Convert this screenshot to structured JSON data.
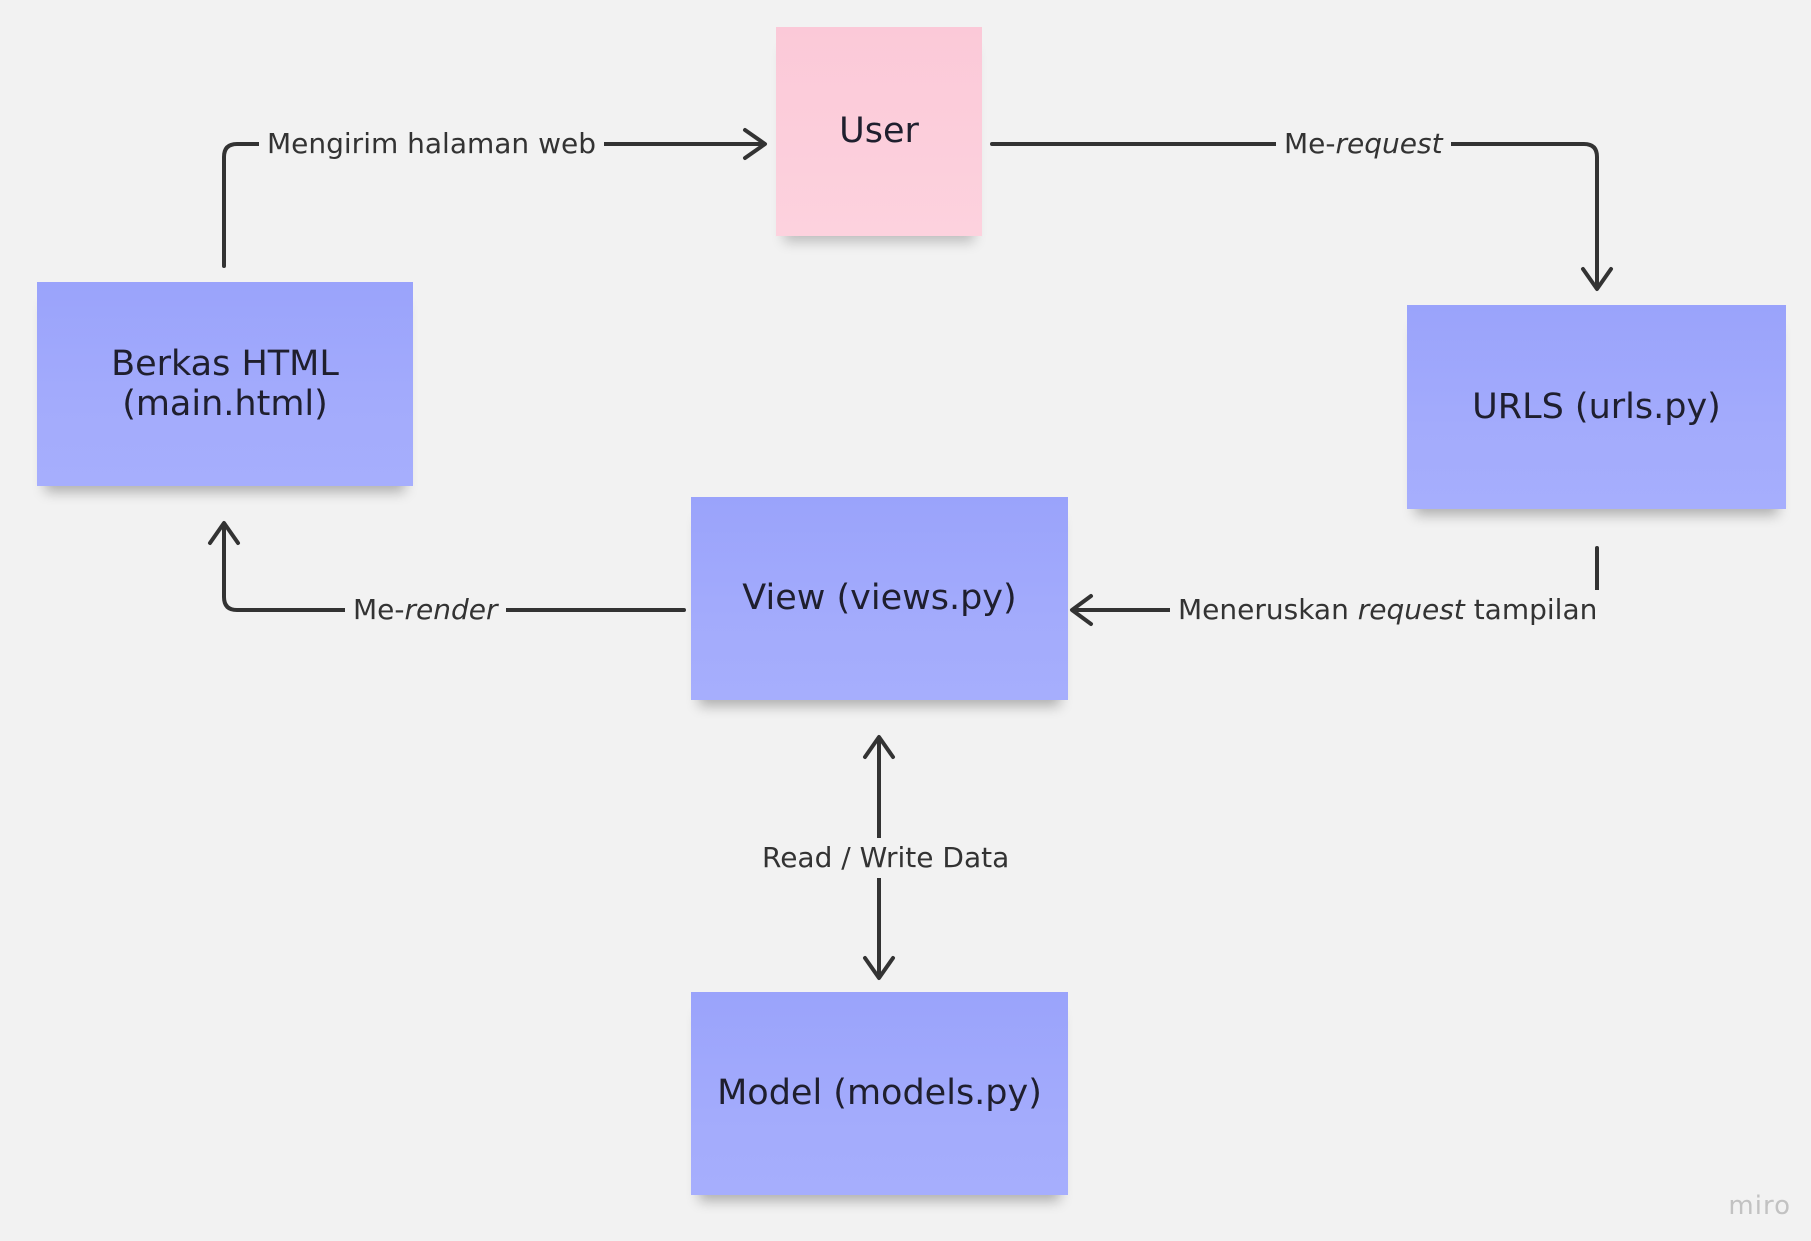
{
  "notes": {
    "user": "User",
    "urls": "URLS (urls.py)",
    "html": "Berkas HTML\n(main.html)",
    "view": "View (views.py)",
    "model": "Model (models.py)"
  },
  "edges": {
    "send_page": "Mengirim halaman web",
    "request_prefix": "Me-",
    "request_em": "request",
    "forward_pre": "Meneruskan ",
    "forward_em": "request",
    "forward_post": " tampilan",
    "render_prefix": "Me-",
    "render_em": "render",
    "read_write": "Read / Write Data"
  },
  "watermark": "miro",
  "colors": {
    "note_blue": "#9ea6fc",
    "note_pink": "#fdcfdc",
    "arrow": "#333333",
    "background": "#f2f2f2"
  }
}
